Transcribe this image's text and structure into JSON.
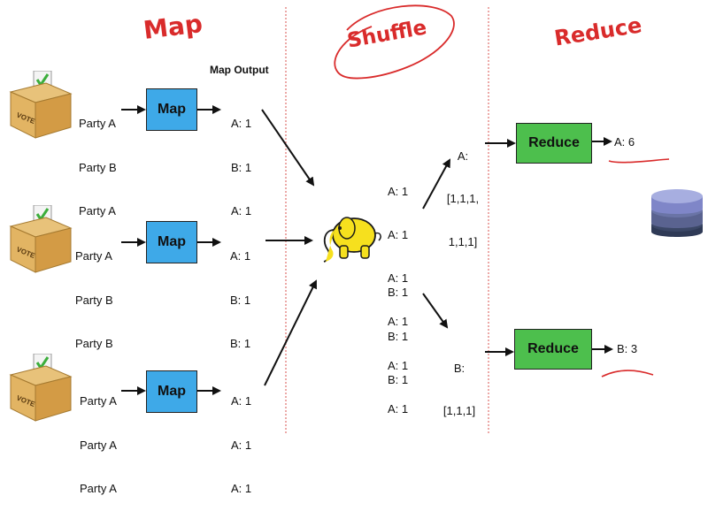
{
  "headings": {
    "map": "Map",
    "shuffle": "Shuffle",
    "reduce": "Reduce"
  },
  "map_output_label": "Map Output",
  "rows": [
    {
      "votes": [
        "Party A",
        "Party B",
        "Party A"
      ],
      "map_label": "Map",
      "outputs": [
        "A: 1",
        "B: 1",
        "A: 1"
      ]
    },
    {
      "votes": [
        "Party A",
        "Party B",
        "Party B"
      ],
      "map_label": "Map",
      "outputs": [
        "A: 1",
        "B: 1",
        "B: 1"
      ]
    },
    {
      "votes": [
        "Party A",
        "Party A",
        "Party A"
      ],
      "map_label": "Map",
      "outputs": [
        "A: 1",
        "A: 1",
        "A: 1"
      ]
    }
  ],
  "ballot_box_label": "VOTE",
  "shuffle_a": [
    "A: 1",
    "A: 1",
    "A: 1",
    "A: 1",
    "A: 1",
    "A: 1"
  ],
  "shuffle_b": [
    "B: 1",
    "B: 1",
    "B: 1"
  ],
  "group_a": [
    "A:",
    "[1,1,1,",
    "1,1,1]"
  ],
  "group_b": [
    "B:",
    "[1,1,1]"
  ],
  "reducers": [
    {
      "label": "Reduce",
      "result": "A: 6"
    },
    {
      "label": "Reduce",
      "result": "B: 3"
    }
  ],
  "icons": [
    "ballot-box-icon",
    "hadoop-elephant-icon",
    "database-icon"
  ],
  "colors": {
    "heading": "#d92b2b",
    "map_box": "#3ea9e8",
    "reduce_box": "#4dbf4d",
    "divider": "#d9534f",
    "db": "#4a5672"
  }
}
